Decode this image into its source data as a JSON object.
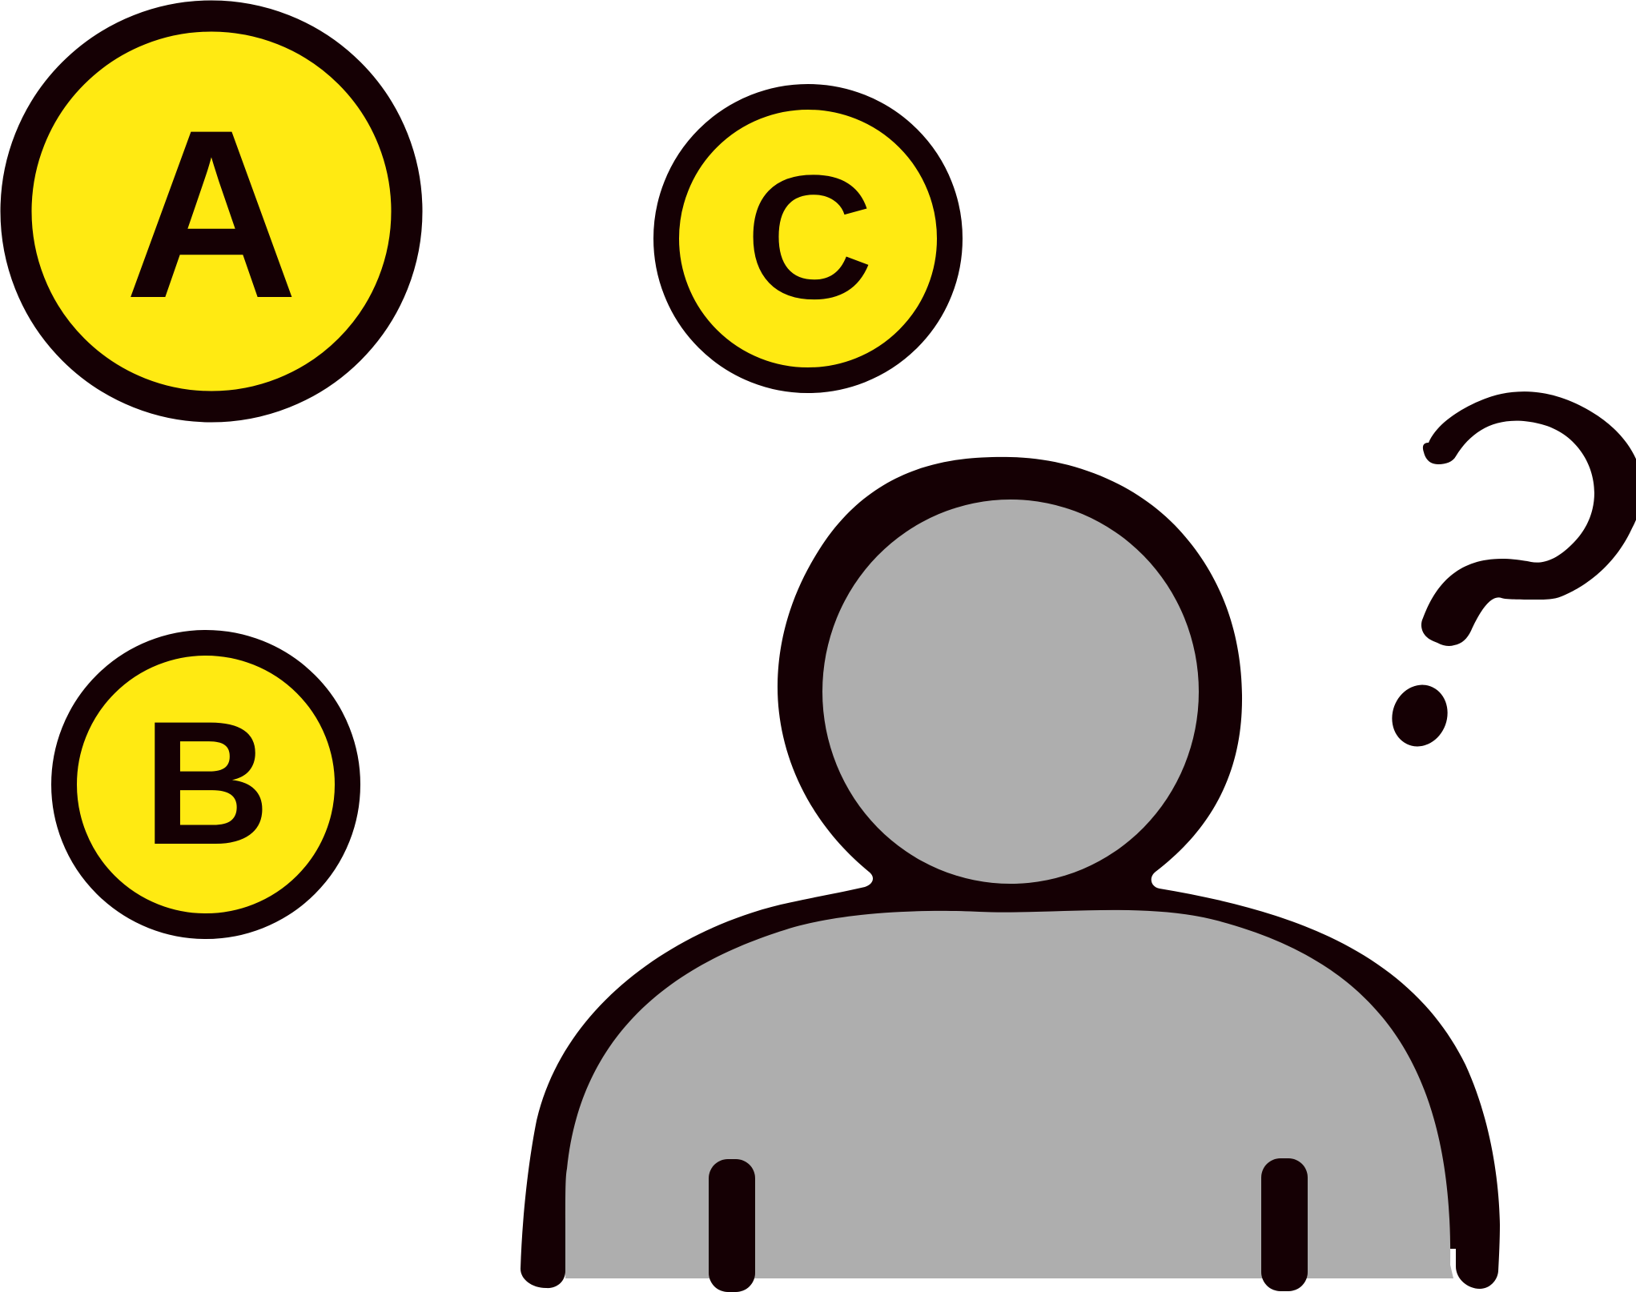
{
  "options": [
    {
      "letter": "A",
      "icon": "option-badge"
    },
    {
      "letter": "B",
      "icon": "option-badge"
    },
    {
      "letter": "C",
      "icon": "option-badge"
    }
  ],
  "person": {
    "icon": "person-silhouette-icon"
  },
  "thought": {
    "icon": "question-mark-icon"
  },
  "colors": {
    "badge_fill": "#FFEA12",
    "outline": "#150004",
    "person_fill": "#AEAEAE",
    "background": "#FFFFFF"
  }
}
